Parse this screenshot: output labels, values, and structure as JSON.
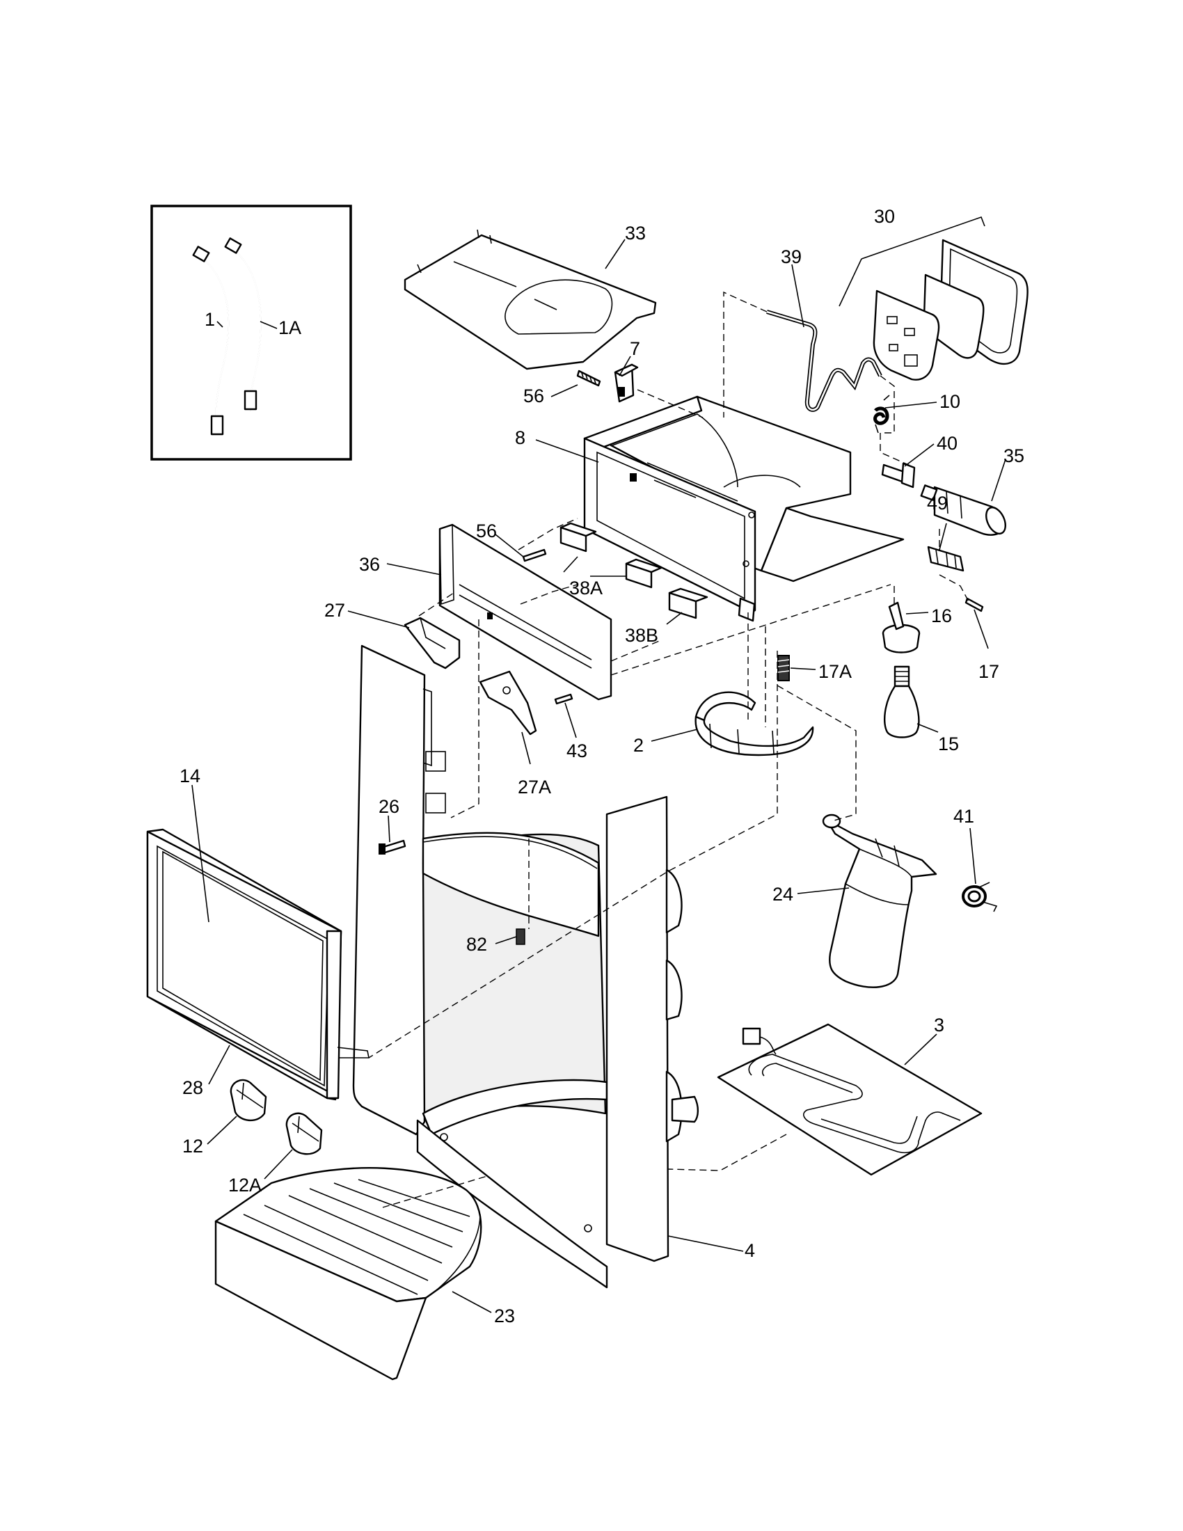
{
  "callouts": [
    {
      "id": "c1",
      "text": "1"
    },
    {
      "id": "c1a",
      "text": "1A"
    },
    {
      "id": "c33",
      "text": "33"
    },
    {
      "id": "c7",
      "text": "7"
    },
    {
      "id": "c56a",
      "text": "56"
    },
    {
      "id": "c39",
      "text": "39"
    },
    {
      "id": "c30",
      "text": "30"
    },
    {
      "id": "c10",
      "text": "10"
    },
    {
      "id": "c8",
      "text": "8"
    },
    {
      "id": "c40",
      "text": "40"
    },
    {
      "id": "c35",
      "text": "35"
    },
    {
      "id": "c49",
      "text": "49"
    },
    {
      "id": "c56b",
      "text": "56"
    },
    {
      "id": "c36",
      "text": "36"
    },
    {
      "id": "c38a",
      "text": "38A"
    },
    {
      "id": "c38b",
      "text": "38B"
    },
    {
      "id": "c27",
      "text": "27"
    },
    {
      "id": "c16",
      "text": "16"
    },
    {
      "id": "c17",
      "text": "17"
    },
    {
      "id": "c17a",
      "text": "17A"
    },
    {
      "id": "c43",
      "text": "43"
    },
    {
      "id": "c27a",
      "text": "27A"
    },
    {
      "id": "c2",
      "text": "2"
    },
    {
      "id": "c15",
      "text": "15"
    },
    {
      "id": "c14",
      "text": "14"
    },
    {
      "id": "c26",
      "text": "26"
    },
    {
      "id": "c41",
      "text": "41"
    },
    {
      "id": "c24",
      "text": "24"
    },
    {
      "id": "c82",
      "text": "82"
    },
    {
      "id": "c3",
      "text": "3"
    },
    {
      "id": "c28",
      "text": "28"
    },
    {
      "id": "c12",
      "text": "12"
    },
    {
      "id": "c12a",
      "text": "12A"
    },
    {
      "id": "c4",
      "text": "4"
    },
    {
      "id": "c23",
      "text": "23"
    }
  ]
}
